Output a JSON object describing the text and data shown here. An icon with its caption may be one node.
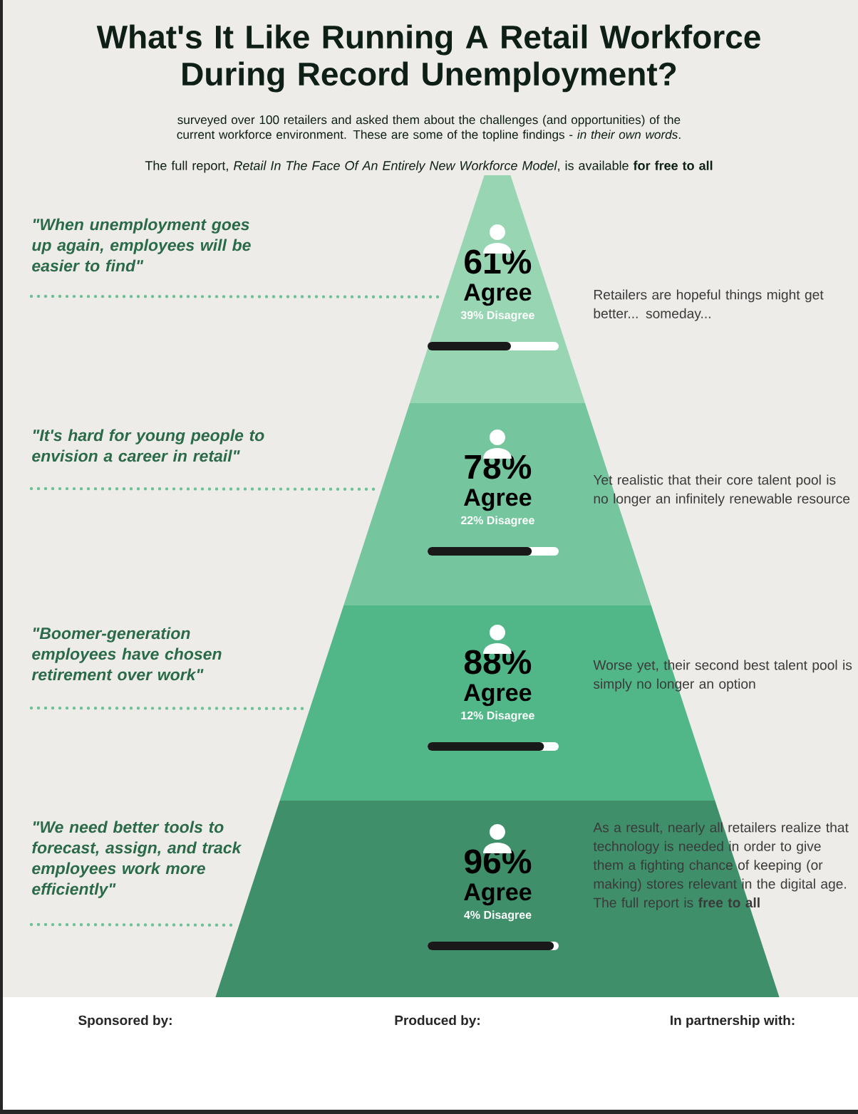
{
  "diagram": {
    "title": "What's It Like Running A Retail Workforce During Record Unemployment?",
    "nodes": [
      {
        "text": [
          "\"When unemployment goes up again, employees will be easier to find\""
        ]
      },
      {
        "text": [
          "61%",
          "Agree",
          "39% Disagree"
        ]
      },
      {
        "text": [
          "\"It's hard for young people to envision a career in retail\""
        ]
      },
      {
        "text": [
          "78%",
          "Agree",
          "22% Disagree"
        ]
      },
      {
        "text": [
          "\"Boomer-generation employees have chosen retirement over work\""
        ]
      },
      {
        "text": [
          "88%",
          "Agree",
          "12% Disagree"
        ]
      },
      {
        "text": [
          "\"We need better tools to forecast, assign, and track employees work more efficiently\""
        ]
      },
      {
        "text": [
          "96%",
          "Agree",
          "4% Disagree"
        ]
      }
    ],
    "edges": [
      {
        "from": 0,
        "to": 1,
        "arrow": "none",
        "style": "dashed"
      },
      {
        "from": 2,
        "to": 3,
        "arrow": "none",
        "style": "dashed"
      },
      {
        "from": 4,
        "to": 5,
        "arrow": "none",
        "style": "dashed"
      },
      {
        "from": 6,
        "to": 7,
        "arrow": "none",
        "style": "dashed"
      }
    ],
    "labels": [
      "surveyed over 100 retailers and asked them about the challenges (and opportunities) of the current workforce environment. These are some of the topline findings - *in their own words*.",
      "The full report, *Retail In The Face Of An Entirely New Workforce Model*, is available **for free to all**",
      "Retailers are hopeful things might get better... someday...",
      "Yet realistic that their core talent pool is no longer an infinitely renewable resource",
      "Worse yet, their second best talent pool is simply no longer an option",
      "As a result, nearly all retailers realize that technology is needed in order to give them a fighting chance of keeping (or making) stores relevant in the digital age. The full report is **free to all**",
      "Sponsored by:",
      "Produced by:",
      "In partnership with:"
    ]
  }
}
